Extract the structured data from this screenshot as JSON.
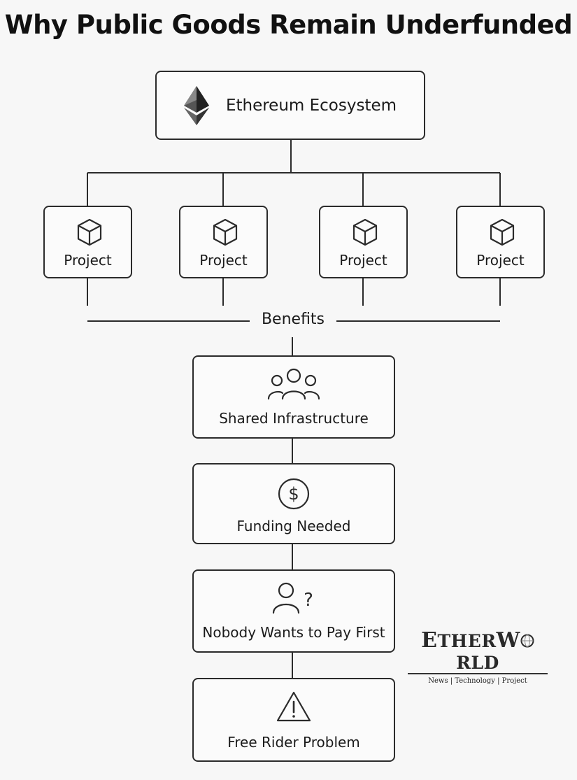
{
  "title": "Why Public Goods Remain Underfunded",
  "root": {
    "label": "Ethereum Ecosystem",
    "icon": "ethereum-icon"
  },
  "projects": [
    {
      "label": "Project",
      "icon": "cube-icon"
    },
    {
      "label": "Project",
      "icon": "cube-icon"
    },
    {
      "label": "Project",
      "icon": "cube-icon"
    },
    {
      "label": "Project",
      "icon": "cube-icon"
    }
  ],
  "benefits_label": "Benefits",
  "steps": [
    {
      "label": "Shared Infrastructure",
      "icon": "people-group-icon"
    },
    {
      "label": "Funding Needed",
      "icon": "dollar-circle-icon"
    },
    {
      "label": "Nobody Wants to Pay First",
      "icon": "person-question-icon"
    },
    {
      "label": "Free Rider Problem",
      "icon": "warning-triangle-icon"
    }
  ],
  "logo": {
    "name_first": "E",
    "name_mid": "THER",
    "name_second": "W",
    "name_end": "RLD",
    "tagline": "News | Technology | Project"
  },
  "colors": {
    "line": "#2b2b2b",
    "background": "#f7f7f7",
    "box_fill": "#fbfbfb"
  }
}
